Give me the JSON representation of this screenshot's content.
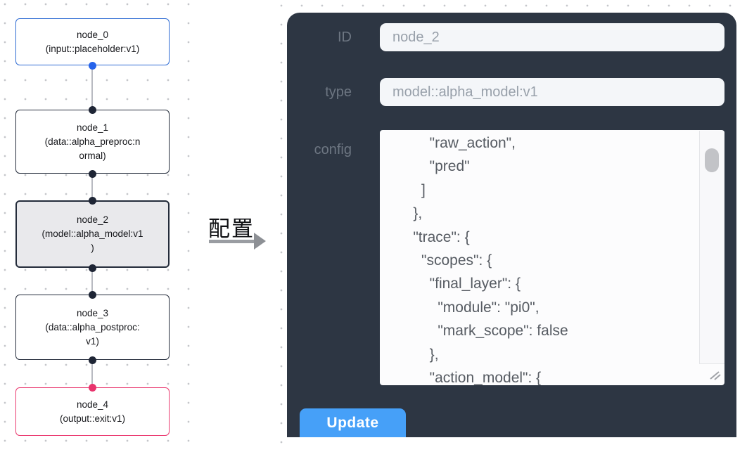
{
  "graph": {
    "nodes": [
      {
        "id": "node_0",
        "type": "input::placeholder:v1",
        "label_lines": [
          "node_0",
          "(input::placeholder:v1)"
        ]
      },
      {
        "id": "node_1",
        "type": "data::alpha_preproc:normal",
        "label_lines": [
          "node_1",
          "(data::alpha_preproc:n",
          "ormal)"
        ]
      },
      {
        "id": "node_2",
        "type": "model::alpha_model:v1",
        "label_lines": [
          "node_2",
          "(model::alpha_model:v1",
          ")"
        ],
        "selected": true
      },
      {
        "id": "node_3",
        "type": "data::alpha_postproc:v1",
        "label_lines": [
          "node_3",
          "(data::alpha_postproc:",
          "v1)"
        ]
      },
      {
        "id": "node_4",
        "type": "output::exit:v1",
        "label_lines": [
          "node_4",
          "(output::exit:v1)"
        ]
      }
    ]
  },
  "annotation": {
    "label": "配置"
  },
  "panel": {
    "id_label": "ID",
    "id_value": "node_2",
    "type_label": "type",
    "type_value": "model::alpha_model:v1",
    "config_label": "config",
    "config_lines": [
      "        \"raw_action\",",
      "        \"pred\"",
      "      ]",
      "    },",
      "    \"trace\": {",
      "      \"scopes\": {",
      "        \"final_layer\": {",
      "          \"module\": \"pi0\",",
      "          \"mark_scope\": false",
      "        },",
      "        \"action_model\": {"
    ],
    "update_label": "Update"
  },
  "colors": {
    "panel_bg": "#2d3643",
    "button_blue": "#46a0f8",
    "node_input_blue": "#2e6bd3",
    "node_output_pink": "#ea3a70",
    "node_default_border": "#242c3b",
    "selected_node_bg": "#e9e9ec",
    "handle_dark": "#1e2535",
    "handle_blue": "#2563eb",
    "handle_pink": "#e8346d",
    "edge_gray": "#b9bbc2"
  }
}
